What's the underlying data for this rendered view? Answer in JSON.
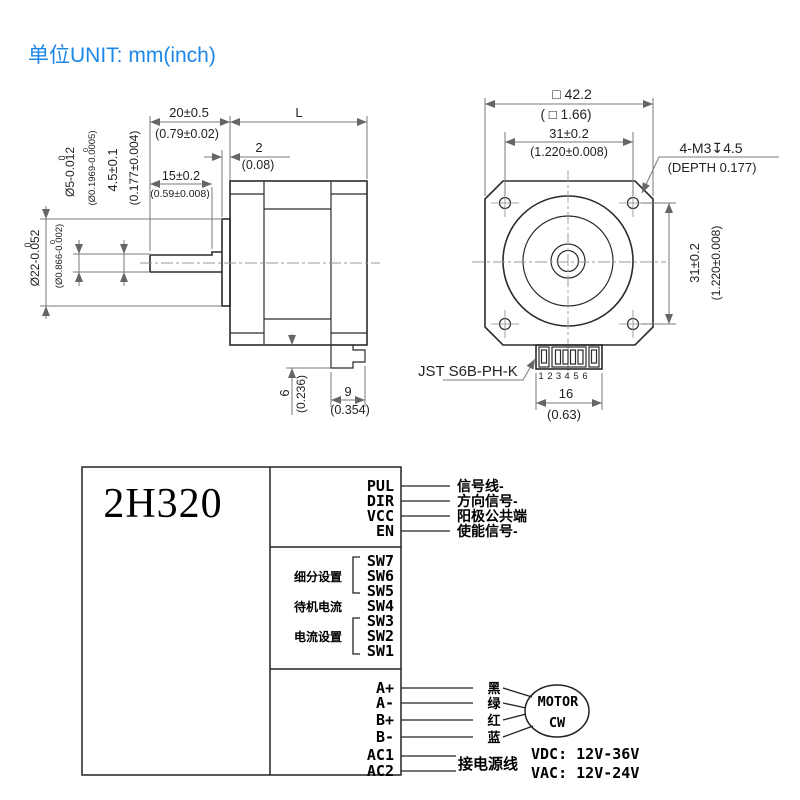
{
  "title": "单位UNIT: mm(inch)",
  "colors": {
    "accent_blue": "#1d87e8"
  },
  "side_view": {
    "shaft_length_mm": "20±0.5",
    "shaft_length_in": "(0.79±0.02)",
    "body_length": "L",
    "boss_depth_mm": "2",
    "boss_depth_in": "(0.08)",
    "flat_length_mm": "15±0.2",
    "flat_length_in": "(0.59±0.008)",
    "flat_height_mm": "4.5±0.1",
    "flat_height_in": "(0.177±0.004)",
    "shaft_dia_mm": "Ø5-0.012",
    "shaft_dia_mm_upper": "0",
    "shaft_dia_in": "(Ø0.1969-0.0005)",
    "shaft_dia_in_upper": "0",
    "boss_dia_mm": "Ø22-0.052",
    "boss_dia_mm_upper": "0",
    "boss_dia_in": "(Ø0.866-0.002)",
    "boss_dia_in_upper": "0",
    "connector_height_mm": "6",
    "connector_height_in": "(0.236)",
    "connector_width_mm": "9",
    "connector_width_in": "(0.354)"
  },
  "front_view": {
    "square_mm": "□ 42.2",
    "square_in": "( □ 1.66)",
    "hole_pitch_top_mm": "31±0.2",
    "hole_pitch_top_in": "(1.220±0.008)",
    "hole_pitch_side_mm": "31±0.2",
    "hole_pitch_side_in": "(1.220±0.008)",
    "mount_holes_mm": "4-M3↧4.5",
    "mount_holes_in": "(DEPTH 0.177)",
    "connector_name": "JST S6B-PH-K",
    "pins": [
      "1",
      "2",
      "3",
      "4",
      "5",
      "6"
    ],
    "connector_width_mm": "16",
    "connector_width_in": "(0.63)"
  },
  "wiring": {
    "model": "2H320",
    "signal_terminals": [
      {
        "pin": "PUL",
        "label": "信号线-"
      },
      {
        "pin": "DIR",
        "label": "方向信号-"
      },
      {
        "pin": "VCC",
        "label": "阳极公共端"
      },
      {
        "pin": "EN",
        "label": "使能信号-"
      }
    ],
    "switches": [
      "SW7",
      "SW6",
      "SW5",
      "SW4",
      "SW3",
      "SW2",
      "SW1"
    ],
    "groups": {
      "microstep": "细分设置",
      "standby": "待机电流",
      "current": "电流设置"
    },
    "motor_terminals": [
      {
        "pin": "A+",
        "wire": "黑"
      },
      {
        "pin": "A-",
        "wire": "绿"
      },
      {
        "pin": "B+",
        "wire": "红"
      },
      {
        "pin": "B-",
        "wire": "蓝"
      }
    ],
    "motor_circle": {
      "line1": "MOTOR",
      "line2": "CW"
    },
    "power": {
      "terminals": [
        "AC1",
        "AC2"
      ],
      "label": "接电源线",
      "vdc": "VDC: 12V-36V",
      "vac": "VAC: 12V-24V"
    }
  }
}
